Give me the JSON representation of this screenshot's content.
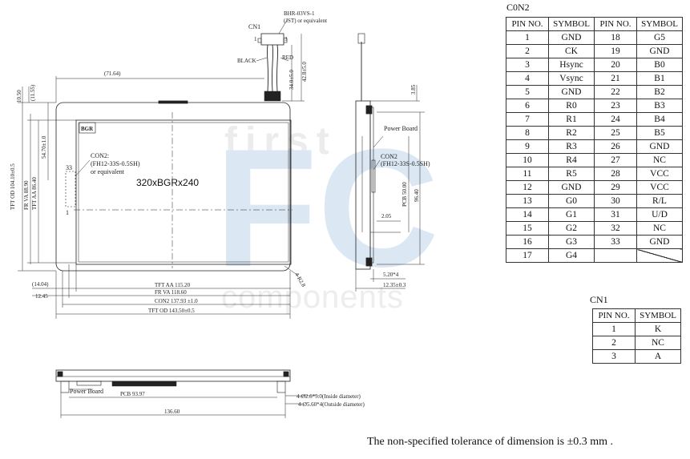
{
  "watermark": {
    "word1": "first",
    "word2": "FC",
    "word3": "components"
  },
  "front_view": {
    "cn1_label": "CN1",
    "cn1_part": "BHR-03VS-1",
    "cn1_part2": "(JST) or equivalent",
    "cn1_pin_left": "1",
    "cn1_pin_right": "3",
    "wire_black": "BLACK",
    "wire_red": "RED",
    "dim_cable1": "34.0±5.0",
    "dim_cable2": "42.8±5.0",
    "dim_top_gap": "(71.64)",
    "dim_v1": "10.50",
    "dim_v2": "(11.55)",
    "dim_v3": "54.70±1.0",
    "dim_tft_od_h": "TFT OD 104.10±0.5",
    "dim_fr_va_h": "FR VA 88.90",
    "dim_tft_aa_h": "TFT AA 86.40",
    "rgb_mark": "BGR",
    "con2_label": "CON2:",
    "con2_part": "(FH12-33S-0.5SH)",
    "con2_part2": "or equivalent",
    "con2_pin_top": "33",
    "con2_pin_bottom": "1",
    "resolution": "320xBGRx240",
    "dim_14": "(14.04)",
    "dim_1245": "12.45",
    "dim_tft_aa_w": "TFT AA 115.20",
    "dim_fr_va_w": "FR VA 118.60",
    "dim_con2_w": "CON2 137.93 ±1.0",
    "dim_tft_od_w": "TFT OD 143.50±0.5",
    "dim_hole": "4-R2.8"
  },
  "side_view": {
    "power_board": "Power Board",
    "con2_label": "CON2",
    "con2_part": "(FH12-33S-0.5SH)",
    "dim_pcb": "PCB 50.00",
    "dim_9640": "96.40",
    "dim_205": "2.05",
    "dim_385": "3.85",
    "dim_520": "5.20*4",
    "dim_1235": "12.35±0.3"
  },
  "bottom_view": {
    "power_board": "Power Board",
    "dim_pcb": "PCB 93.97",
    "dim_136": "136.60",
    "hole_inside": "4-Ø2.6*5.0(Inside diameter)",
    "hole_outside": "4-Ø5.60*4(Outside diameter)"
  },
  "con2_table": {
    "title": "C0N2",
    "headers": [
      "PIN NO.",
      "SYMBOL",
      "PIN NO.",
      "SYMBOL"
    ],
    "rows": [
      [
        "1",
        "GND",
        "18",
        "G5"
      ],
      [
        "2",
        "CK",
        "19",
        "GND"
      ],
      [
        "3",
        "Hsync",
        "20",
        "B0"
      ],
      [
        "4",
        "Vsync",
        "21",
        "B1"
      ],
      [
        "5",
        "GND",
        "22",
        "B2"
      ],
      [
        "6",
        "R0",
        "23",
        "B3"
      ],
      [
        "7",
        "R1",
        "24",
        "B4"
      ],
      [
        "8",
        "R2",
        "25",
        "B5"
      ],
      [
        "9",
        "R3",
        "26",
        "GND"
      ],
      [
        "10",
        "R4",
        "27",
        "NC"
      ],
      [
        "11",
        "R5",
        "28",
        "VCC"
      ],
      [
        "12",
        "GND",
        "29",
        "VCC"
      ],
      [
        "13",
        "G0",
        "30",
        "R/L"
      ],
      [
        "14",
        "G1",
        "31",
        "U/D"
      ],
      [
        "15",
        "G2",
        "32",
        "NC"
      ],
      [
        "16",
        "G3",
        "33",
        "GND"
      ],
      [
        "17",
        "G4",
        "",
        ""
      ]
    ]
  },
  "cn1_table": {
    "title": "CN1",
    "headers": [
      "PIN NO.",
      "SYMBOL"
    ],
    "rows": [
      [
        "1",
        "K"
      ],
      [
        "2",
        "NC"
      ],
      [
        "3",
        "A"
      ]
    ]
  },
  "note": "The non-specified tolerance of dimension is ±0.3 mm ."
}
